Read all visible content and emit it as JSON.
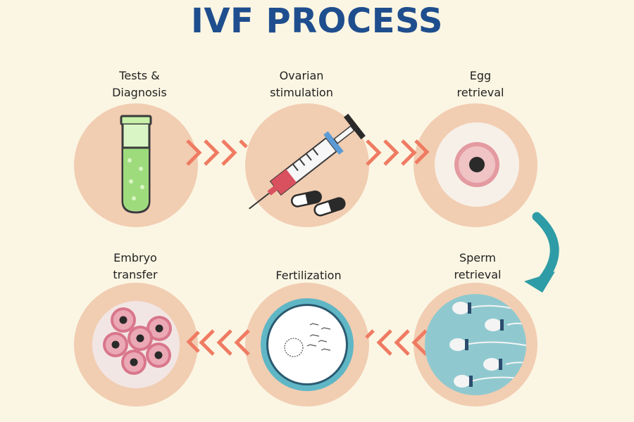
{
  "title": "IVF PROCESS",
  "steps": [
    {
      "line1": "Tests &",
      "line2": "Diagnosis",
      "icon": "test-tube-icon"
    },
    {
      "line1": "Ovarian",
      "line2": "stimulation",
      "icon": "syringe-icon"
    },
    {
      "line1": "Egg",
      "line2": "retrieval",
      "icon": "egg-icon"
    },
    {
      "line1": "Sperm",
      "line2": "retrieval",
      "icon": "sperm-icon"
    },
    {
      "line1": "",
      "line2": "Fertilization",
      "icon": "fertilization-dish-icon"
    },
    {
      "line1": "Embryo",
      "line2": "transfer",
      "icon": "embryo-cells-icon"
    }
  ],
  "colors": {
    "background": "#fbf6e3",
    "title": "#1f4e8e",
    "circle": "#f1cdb2",
    "chevron": "#ef7b62",
    "curved_arrow": "#2e9ca6",
    "sperm_bg": "#8fc9cf"
  }
}
